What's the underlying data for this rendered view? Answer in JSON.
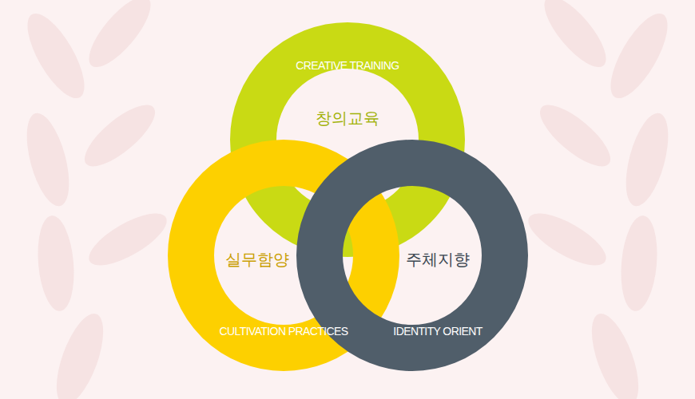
{
  "diagram": {
    "nodes": [
      {
        "text": [
          "CREATIVE TRAINING",
          "창의교육"
        ]
      },
      {
        "text": [
          "실무함양",
          "CULTIVATION PRACTICES"
        ]
      },
      {
        "text": [
          "주체지향",
          "IDENTITY ORIENT"
        ]
      }
    ]
  }
}
